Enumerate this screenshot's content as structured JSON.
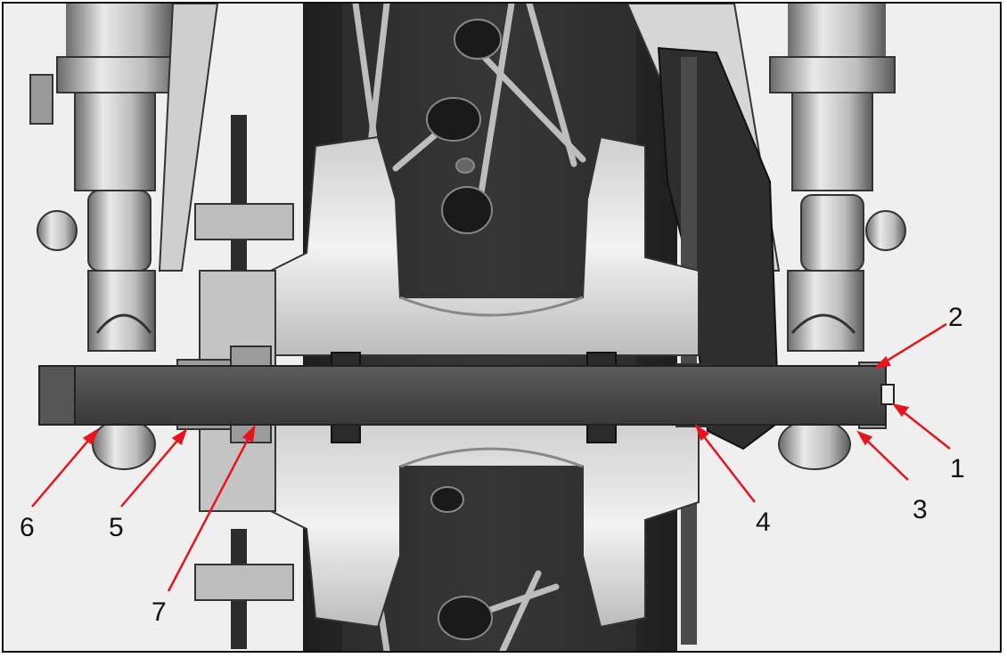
{
  "diagram": {
    "callouts": [
      {
        "id": "1",
        "label": "1"
      },
      {
        "id": "2",
        "label": "2"
      },
      {
        "id": "3",
        "label": "3"
      },
      {
        "id": "4",
        "label": "4"
      },
      {
        "id": "5",
        "label": "5"
      },
      {
        "id": "6",
        "label": "6"
      },
      {
        "id": "7",
        "label": "7"
      }
    ],
    "colors": {
      "leader": "#e8141c",
      "axle": "#4a4a4a",
      "tire": "#2a2a2a",
      "hub": "#d8d8d8",
      "frame": "#111111"
    }
  }
}
